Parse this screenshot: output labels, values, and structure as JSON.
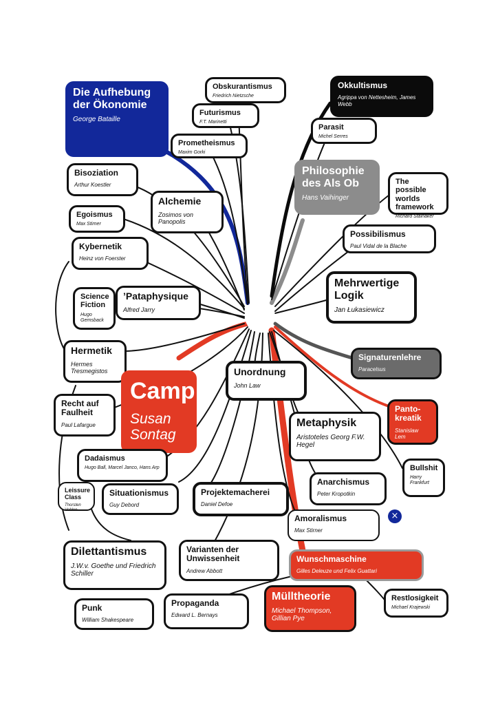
{
  "colors": {
    "blue": "#12289a",
    "red": "#e23a24",
    "black": "#0b0b0b",
    "gray": "#8c8c8c",
    "darkgray": "#6b6b6b",
    "stroke": "#111111"
  },
  "nodes": {
    "aufhebung": {
      "title": "Die Aufhebung der Ökonomie",
      "author": "George Bataille"
    },
    "obskurantismus": {
      "title": "Obskurantismus",
      "author": "Friedrich Nietzsche"
    },
    "futurismus": {
      "title": "Futurismus",
      "author": "F.T. Marinetti"
    },
    "prometheismus": {
      "title": "Prometheismus",
      "author": "Maxim Gorki"
    },
    "okkultismus": {
      "title": "Okkultismus",
      "author": "Agrippa von Nettesheim, James Webb"
    },
    "parasit": {
      "title": "Parasit",
      "author": "Michel Serres"
    },
    "als_ob": {
      "title": "Philosophie des Als Ob",
      "author": "Hans Vaihinger"
    },
    "possible_worlds": {
      "title": "The possible worlds framework",
      "author": "Richard Stalnaker"
    },
    "possibilismus": {
      "title": "Possibilismus",
      "author": "Paul Vidal de la Blache"
    },
    "bisoziation": {
      "title": "Bisoziation",
      "author": "Arthur Koestler"
    },
    "egoismus": {
      "title": "Egoismus",
      "author": "Max Stirner"
    },
    "alchemie": {
      "title": "Alchemie",
      "author": "Zosimos von Panopolis"
    },
    "kybernetik": {
      "title": "Kybernetik",
      "author": "Heinz von Foerster"
    },
    "science_fiction": {
      "title": "Science Fiction",
      "author": "Hugo Gernsback"
    },
    "pataphysique": {
      "title": "’Pataphysique",
      "author": "Alfred Jarry"
    },
    "mehrwertige": {
      "title": "Mehrwertige Logik",
      "author": "Jan Łukasiewicz"
    },
    "hermetik": {
      "title": "Hermetik",
      "author": "Hermes Tresmegistos"
    },
    "signaturenlehre": {
      "title": "Signaturenlehre",
      "author": "Paracelsus"
    },
    "camp": {
      "title": "Camp",
      "author": "Susan Sontag"
    },
    "unordnung": {
      "title": "Unordnung",
      "author": "John Law"
    },
    "recht_auf_faulheit": {
      "title": "Recht auf Faulheit",
      "author": "Paul Lafargue"
    },
    "pantokreatik": {
      "title": "Panto-kreatik",
      "author": "Stanislaw Lem"
    },
    "metaphysik": {
      "title": "Metaphysik",
      "author": "Aristoteles Georg F.W. Hegel"
    },
    "dadaismus": {
      "title": "Dadaismus",
      "author": "Hugo Ball, Marcel Janco, Hans Arp"
    },
    "bullshit": {
      "title": "Bullshit",
      "author": "Harry Frankfurt"
    },
    "leisure_class": {
      "title": "Leissure Class",
      "author": "Thorsten Veblen"
    },
    "situationismus": {
      "title": "Situationismus",
      "author": "Guy Debord"
    },
    "projektemacherei": {
      "title": "Projektemacherei",
      "author": "Daniel Defoe"
    },
    "anarchismus": {
      "title": "Anarchismus",
      "author": "Peter Kropotkin"
    },
    "amoralismus": {
      "title": "Amoralismus",
      "author": "Max Stirner"
    },
    "dilettantismus": {
      "title": "Dilettantismus",
      "author": "J.W.v. Goethe und Friedrich Schiller"
    },
    "varianten": {
      "title": "Varianten der Unwissenheit",
      "author": "Andrew Abbott"
    },
    "wunschmaschine": {
      "title": "Wunschmaschine",
      "author": "Gilles Deleuze und Felix Guattari"
    },
    "muelltheorie": {
      "title": "Mülltheorie",
      "author": "Michael Thompson, Gillian Pye"
    },
    "restlosigkeit": {
      "title": "Restlosigkeit",
      "author": "Michael Krajewski"
    },
    "punk": {
      "title": "Punk",
      "author": "William Shakespeare"
    },
    "propaganda": {
      "title": "Propaganda",
      "author": "Edward L. Bernays"
    }
  },
  "close_button": {
    "icon": "close-icon",
    "glyph": "×"
  }
}
